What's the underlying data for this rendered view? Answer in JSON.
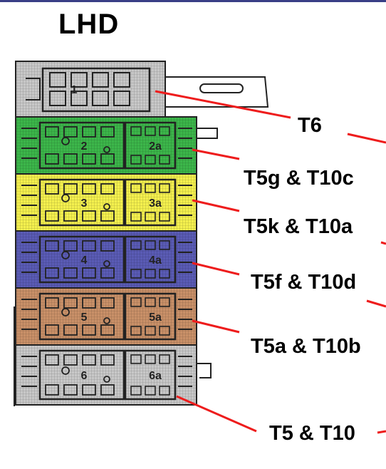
{
  "title": "LHD",
  "colors": {
    "topbar": "#3a3f86",
    "leader": "#ee1c1c",
    "outline": "#222222"
  },
  "connectors": [
    {
      "id": "1",
      "label_left": "1",
      "label_right": "",
      "callout": "T6",
      "color": "#c8c8c8"
    },
    {
      "id": "2",
      "label_left": "2",
      "label_right": "2a",
      "callout": "T5g & T10c",
      "color": "#3cb64a"
    },
    {
      "id": "3",
      "label_left": "3",
      "label_right": "3a",
      "callout": "T5k & T10a",
      "color": "#f4f04e"
    },
    {
      "id": "4",
      "label_left": "4",
      "label_right": "4a",
      "callout": "T5f & T10d",
      "color": "#5a5bb5"
    },
    {
      "id": "5",
      "label_left": "5",
      "label_right": "5a",
      "callout": "T5a & T10b",
      "color": "#c99068"
    },
    {
      "id": "6",
      "label_left": "6",
      "label_right": "6a",
      "callout": "T5 & T10",
      "color": "#c8c8c8"
    }
  ]
}
